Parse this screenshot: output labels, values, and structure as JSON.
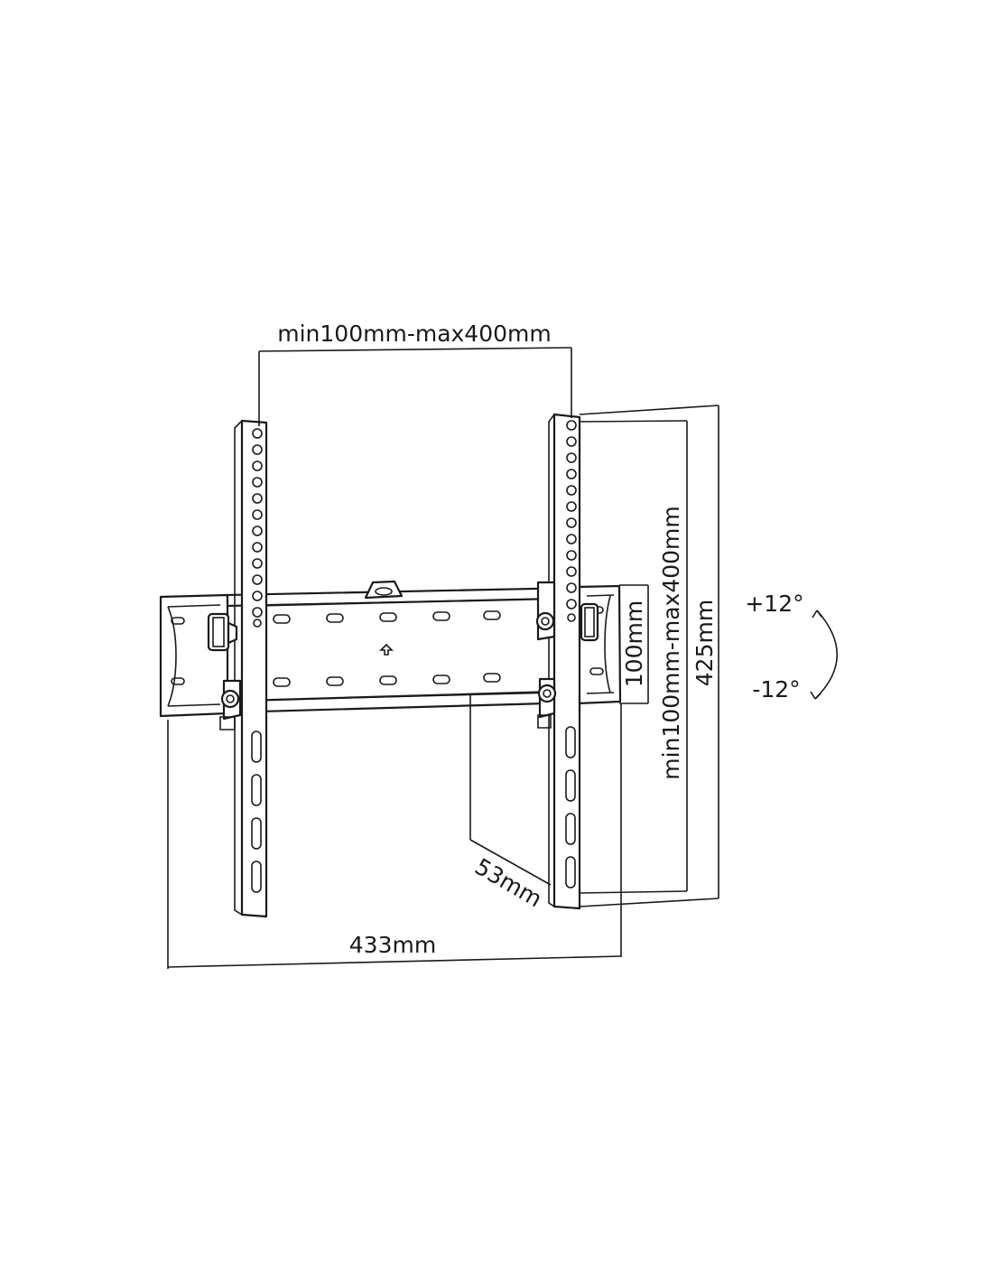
{
  "dimensions": {
    "vesa_horizontal": "min100mm-max400mm",
    "vesa_vertical": "min100mm-max400mm",
    "rail_spacing": "100mm",
    "overall_height": "425mm",
    "overall_width": "433mm",
    "wall_depth": "53mm"
  },
  "tilt": {
    "up": "+12°",
    "down": "-12°"
  },
  "colors": {
    "line": "#1a1a1a",
    "background": "#ffffff"
  },
  "icons": {
    "level_arrow": "up-arrow-icon"
  }
}
